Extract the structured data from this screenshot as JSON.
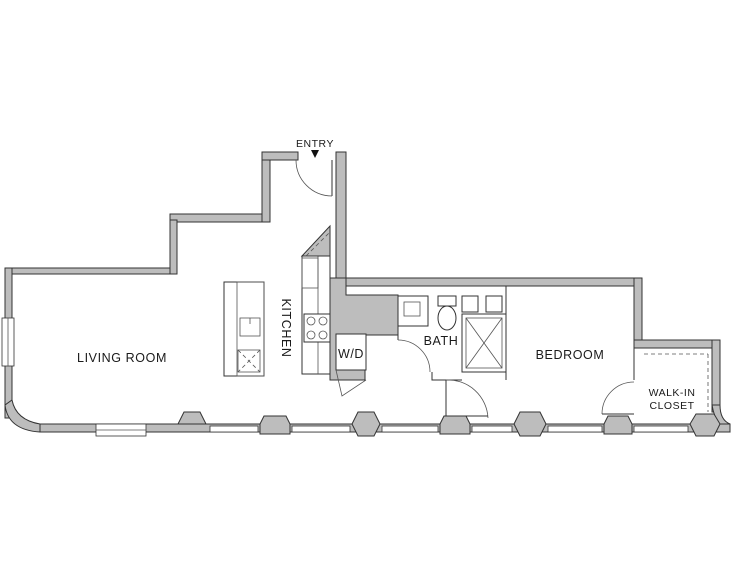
{
  "rooms": {
    "entry": "ENTRY",
    "living_room": "LIVING ROOM",
    "kitchen": "KITCHEN",
    "washer_dryer": "W/D",
    "bath": "BATH",
    "bedroom": "BEDROOM",
    "walk_in_line1": "WALK-IN",
    "walk_in_line2": "CLOSET"
  },
  "colors": {
    "wall": "#bdbdbd",
    "outline": "#333333",
    "background": "#ffffff"
  }
}
